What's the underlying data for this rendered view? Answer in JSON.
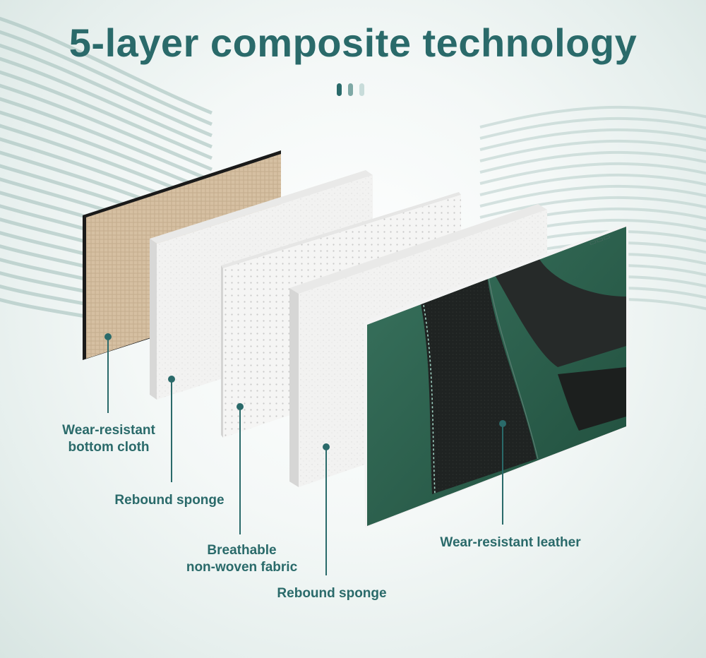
{
  "title": "5-layer composite technology",
  "colors": {
    "accent": "#2a6a6a",
    "dot_1": "#2a6a6a",
    "dot_2": "#7fa9a6",
    "dot_3": "#c8dcda",
    "leather_green": "#2c5e4a",
    "leather_black": "#222524",
    "cloth_beige": "#d9c4a8"
  },
  "pager": {
    "count": 3,
    "active_index": 0
  },
  "layers": [
    {
      "label_lines": [
        "Wear-resistant",
        "bottom cloth"
      ],
      "material": "beige-cloth"
    },
    {
      "label_lines": [
        "Rebound sponge"
      ],
      "material": "white-sponge"
    },
    {
      "label_lines": [
        "Breathable",
        "non-woven fabric"
      ],
      "material": "perforated-fabric"
    },
    {
      "label_lines": [
        "Rebound sponge"
      ],
      "material": "white-sponge"
    },
    {
      "label_lines": [
        "Wear-resistant leather"
      ],
      "material": "green-black-leather"
    }
  ]
}
